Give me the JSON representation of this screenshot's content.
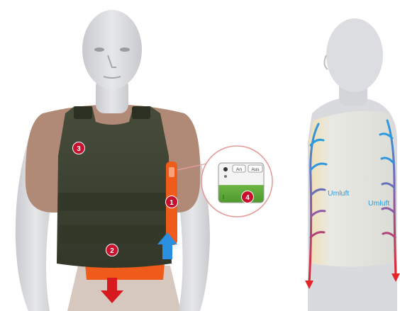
{
  "markers": [
    {
      "num": "1",
      "color": "#c8102e"
    },
    {
      "num": "2",
      "color": "#c8102e"
    },
    {
      "num": "3",
      "color": "#c8102e"
    },
    {
      "num": "4",
      "color": "#c8102e"
    }
  ],
  "control_unit": {
    "on_label": "An",
    "off_label": "Aus"
  },
  "airflow_labels": {
    "left": "Umluft",
    "right": "Umluft"
  },
  "colors": {
    "skin": "#d9dadd",
    "vest": "#3f4433",
    "shirt": "#b08a77",
    "orange": "#ef5b1a",
    "red_arrow": "#d71920",
    "blue_arrow": "#2b8fe0",
    "cool_blue": "#2b9be0",
    "marker_red": "#c8102e",
    "battery_green": "#5fae3b"
  }
}
